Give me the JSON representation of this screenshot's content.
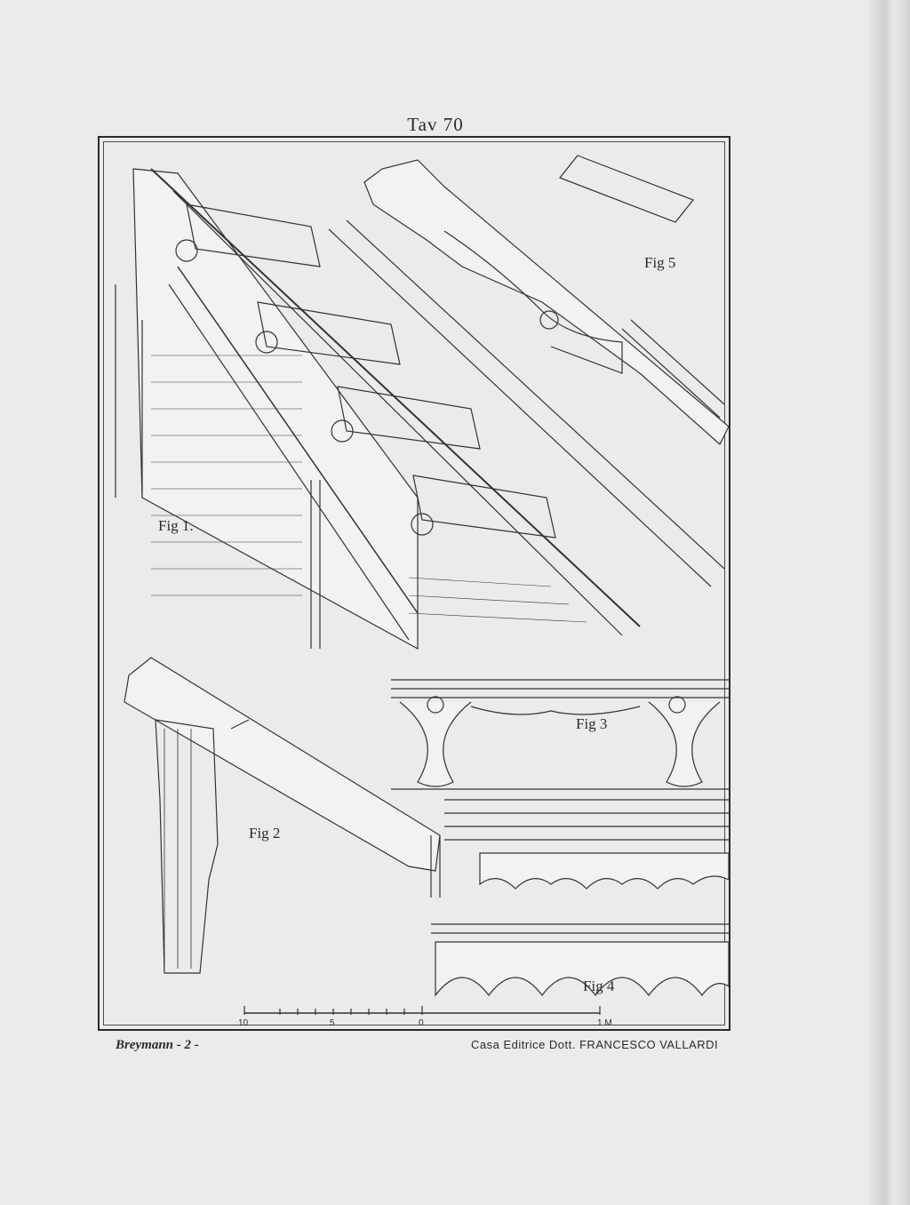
{
  "plate": {
    "title": "Tav 70"
  },
  "figures": {
    "fig1": "Fig 1.",
    "fig2": "Fig 2",
    "fig3": "Fig 3",
    "fig4": "Fig 4",
    "fig5": "Fig 5"
  },
  "scale": {
    "labels": [
      "10",
      "5",
      "0",
      "1 M"
    ]
  },
  "footer": {
    "author": "Breymann - 2 -",
    "publisher": "Casa Editrice Dott. FRANCESCO VALLARDI"
  }
}
